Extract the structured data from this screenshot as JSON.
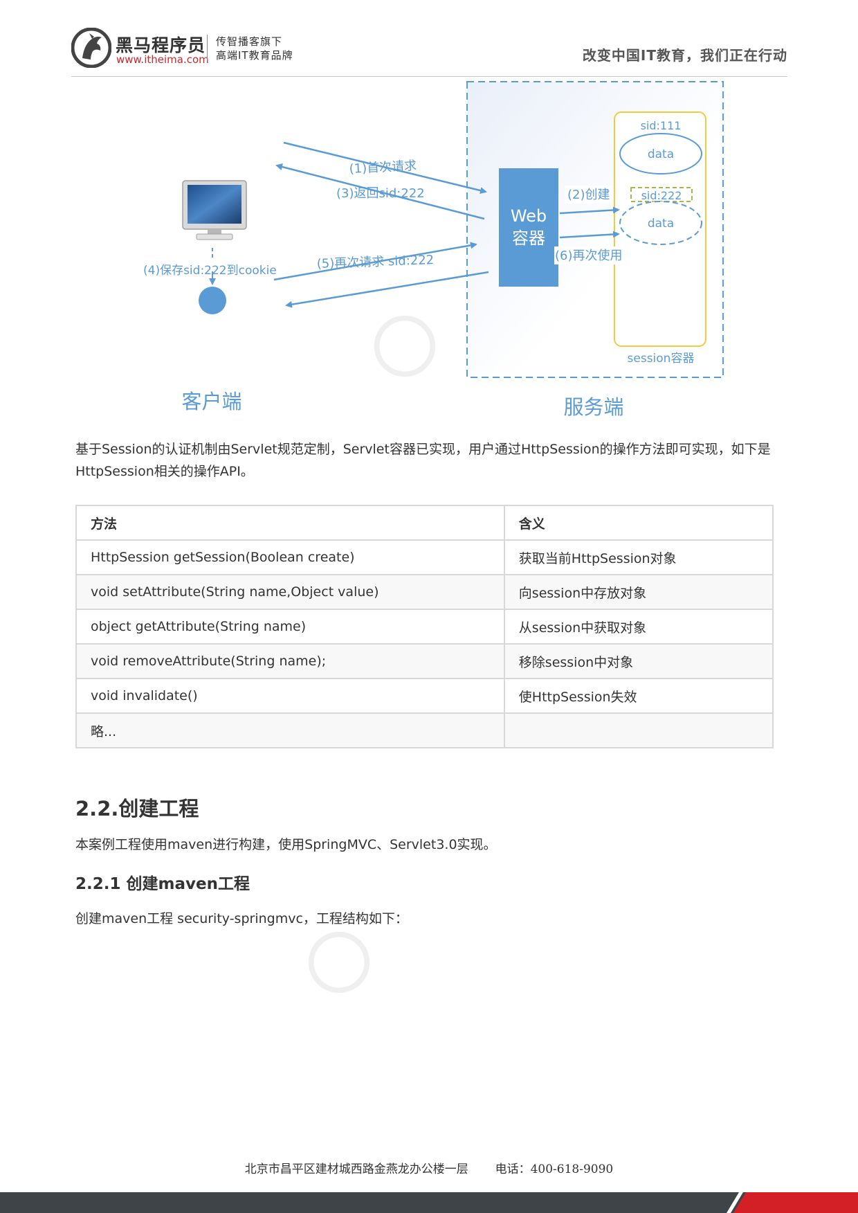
{
  "header": {
    "logo_name": "黑马程序员",
    "logo_url": "www.itheima.com",
    "tagline_1": "传智播客旗下",
    "tagline_2": "高端IT教育品牌",
    "slogan": "改变中国IT教育，我们正在行动"
  },
  "diagram": {
    "step1": "(1)首次请求",
    "step2": "(2)创建",
    "step3": "(3)返回sid:222",
    "step4": "(4)保存sid:222到cookie",
    "step5": "(5)再次请求 sid:222",
    "step6": "(6)再次使用",
    "web_container_1": "Web",
    "web_container_2": "容器",
    "sid_111": "sid:111",
    "sid_222": "sid:222",
    "data_label_1": "data",
    "data_label_2": "data",
    "session_container": "session容器",
    "client_label": "客户端",
    "server_label": "服务端",
    "colors": {
      "blue": "#5b9bd5",
      "yellow": "#f5c842",
      "green_dash": "#a9b74a"
    }
  },
  "intro_paragraph": " 基于Session的认证机制由Servlet规范定制，Servlet容器已实现，用户通过HttpSession的操作方法即可实现，如下是HttpSession相关的操作API。",
  "api_table": {
    "headers": [
      "方法",
      "含义"
    ],
    "rows": [
      [
        "HttpSession getSession(Boolean create)",
        "获取当前HttpSession对象"
      ],
      [
        "void setAttribute(String name,Object value)",
        "向session中存放对象"
      ],
      [
        "object getAttribute(String name)",
        "从session中获取对象"
      ],
      [
        "void removeAttribute(String name);",
        "移除session中对象"
      ],
      [
        "void invalidate()",
        "使HttpSession失效"
      ],
      [
        "略...",
        ""
      ]
    ]
  },
  "section_heading": "2.2.创建工程",
  "section_paragraph": " 本案例工程使用maven进行构建，使用SpringMVC、Servlet3.0实现。",
  "subsection_heading": "2.2.1 创建maven工程",
  "subsection_paragraph": "创建maven工程 security-springmvc，工程结构如下：",
  "footer": {
    "address": "北京市昌平区建材城西路金燕龙办公楼一层",
    "phone": "电话：400-618-9090"
  }
}
